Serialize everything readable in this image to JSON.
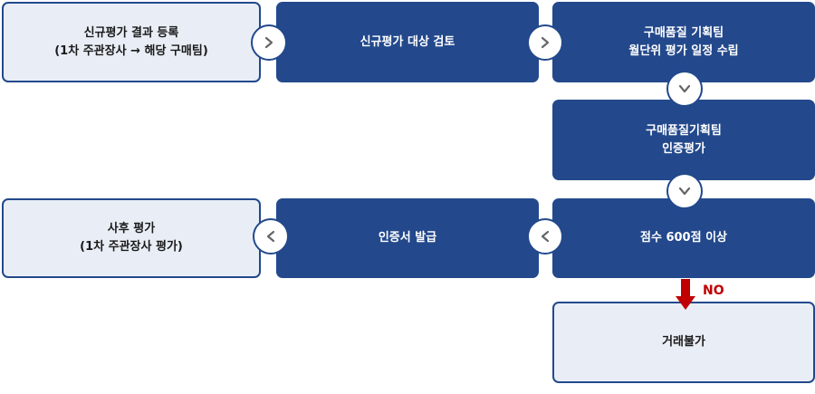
{
  "steps": {
    "register": "신규평가 결과 등록\n(1차 주관장사 → 해당 구매팀)",
    "review": "신규평가 대상 검토",
    "plan": "구매품질 기획팀\n월단위 평가 일정 수립",
    "certify_eval": "구매품질기획팀\n인증평가",
    "score": "점수  600점 이상",
    "issue_cert": "인증서 발급",
    "post_eval": "사후 평가\n(1차 주관장사 평가)",
    "reject": "거래불가"
  },
  "branch_label": "NO",
  "colors": {
    "dark_box": "#23498c",
    "light_box": "#e9eef6",
    "no_arrow": "#c00000"
  }
}
